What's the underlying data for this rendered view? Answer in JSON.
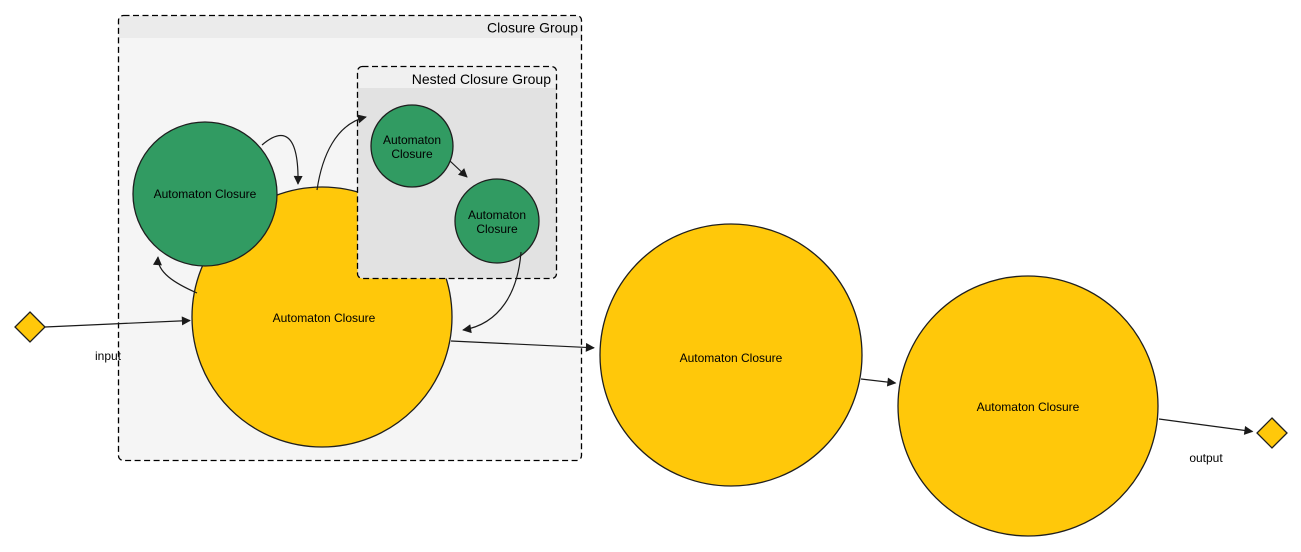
{
  "diagram": {
    "groups": {
      "outer": {
        "label": "Closure Group"
      },
      "nested": {
        "label": "Nested Closure Group"
      }
    },
    "nodes": {
      "green_left": {
        "label": "Automaton Closure"
      },
      "main_yellow": {
        "label": "Automaton Closure"
      },
      "nested_top": {
        "label": "Automaton Closure",
        "lines": [
          "Automaton",
          "Closure"
        ]
      },
      "nested_bottom": {
        "label": "Automaton Closure",
        "lines": [
          "Automaton",
          "Closure"
        ]
      },
      "mid_yellow": {
        "label": "Automaton Closure"
      },
      "right_yellow": {
        "label": "Automaton Closure"
      }
    },
    "ports": {
      "input": {
        "label": "input"
      },
      "output": {
        "label": "output"
      }
    },
    "colors": {
      "yellow_fill": "#FFC80A",
      "green_fill": "#319B62",
      "outer_body": "#F5F5F5",
      "outer_header": "#EBEBEB",
      "nested_body": "#E2E2E2",
      "nested_header": "#F0F0F0"
    }
  }
}
